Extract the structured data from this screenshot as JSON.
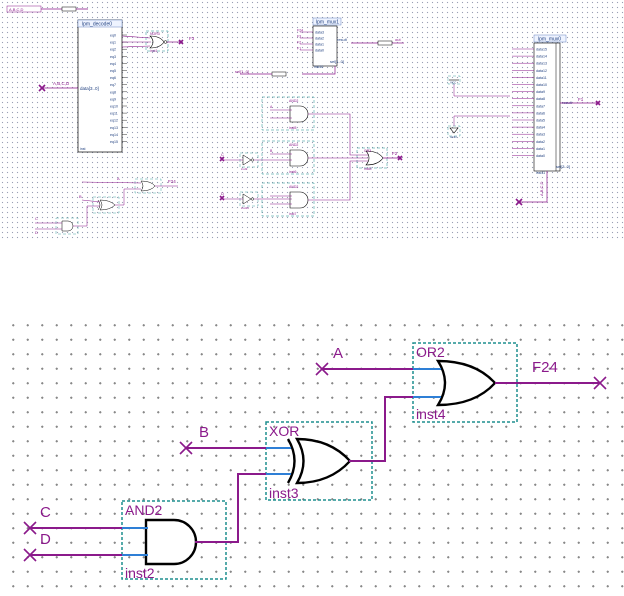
{
  "overview": {
    "input_bus": "A,B,C,D",
    "decoder": {
      "title": "lpm_decode0",
      "input_pin": "data[3..0]",
      "outputs": [
        "eq0",
        "eq1",
        "eq2",
        "eq3",
        "eq4",
        "eq5",
        "eq6",
        "eq7",
        "eq8",
        "eq9",
        "eq10",
        "eq11",
        "eq12",
        "eq13",
        "eq14",
        "eq15"
      ],
      "inst": "inst",
      "gate_name": "NOR3",
      "gate_inst": "inst1",
      "output_label": "F3"
    },
    "mux1": {
      "title": "lpm_mux1",
      "data_labels": [
        "F24",
        "F3",
        "F2",
        "F1"
      ],
      "data_pins": [
        "data3",
        "data2",
        "data1",
        "data0"
      ],
      "sel_pin": "sel[1..0]",
      "result_pin": "result",
      "output_label": "out",
      "sel_input": "sel[1..0]",
      "inst": "inst10"
    },
    "mux0": {
      "title": "lpm_mux0",
      "data_pins": [
        "data15",
        "data14",
        "data13",
        "data12",
        "data11",
        "data10",
        "data9",
        "data8",
        "data7",
        "data6",
        "data5",
        "data4",
        "data3",
        "data2",
        "data1",
        "data0"
      ],
      "result_pin": "result",
      "sel_pin": "sel[3..0]",
      "output_label": "F1",
      "bus_label": "A,B,C,D",
      "inst": "inst11"
    },
    "vcc_gnd": {
      "vcc": "VCC",
      "gnd": "GND"
    },
    "mid_gates": {
      "and_names": [
        "AND2",
        "AND2",
        "AND2"
      ],
      "and_insts": [
        "inst5",
        "inst6",
        "inst7"
      ],
      "or_name": "OR3",
      "or_inst": "inst8",
      "not_insts": [
        "inst9",
        "inst12"
      ],
      "output_label": "F2",
      "inputs": [
        "C",
        "D",
        "A",
        "B"
      ]
    },
    "small_gates": {
      "inputs": [
        "A",
        "B",
        "C",
        "D"
      ],
      "output_label": "F24"
    }
  },
  "detail": {
    "inputs": {
      "a": "A",
      "b": "B",
      "c": "C",
      "d": "D"
    },
    "output": "F24",
    "gates": {
      "or2": {
        "name": "OR2",
        "inst": "inst4"
      },
      "xor": {
        "name": "XOR",
        "inst": "inst3"
      },
      "and2": {
        "name": "AND2",
        "inst": "inst2"
      }
    }
  }
}
